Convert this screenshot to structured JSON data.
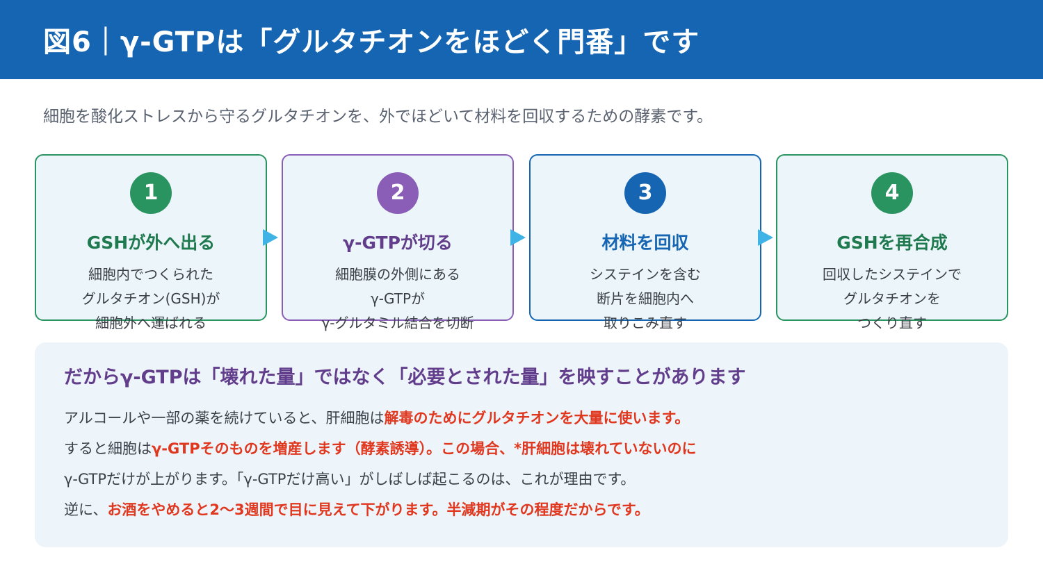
{
  "header": {
    "title": "図6｜γ-GTPは「グルタチオンをほどく門番」です"
  },
  "subtitle": "細胞を酸化ストレスから守るグルタチオンを、外でほどいて材料を回収するための酵素です。",
  "colors": {
    "header_bg": "#1565b3",
    "green": "#2a9460",
    "purple": "#8a5db6",
    "blue": "#1565b3",
    "arrow": "#3fb2e6",
    "highlight": "#e0371f",
    "panel_title": "#613d8c"
  },
  "steps": [
    {
      "num": "1",
      "title": "GSHが外へ出る",
      "lines": [
        "細胞内でつくられた",
        "グルタチオン(GSH)が",
        "細胞外へ運ばれる"
      ],
      "color": "#2a9460",
      "title_color": "#1f7a4f"
    },
    {
      "num": "2",
      "title": "γ-GTPが切る",
      "lines": [
        "細胞膜の外側にある",
        "γ-GTPが",
        "γ-グルタミル結合を切断"
      ],
      "color": "#8a5db6",
      "title_color": "#613d8c"
    },
    {
      "num": "3",
      "title": "材料を回収",
      "lines": [
        "システインを含む",
        "断片を細胞内へ",
        "取りこみ直す"
      ],
      "color": "#1565b3",
      "title_color": "#1565b3"
    },
    {
      "num": "4",
      "title": "GSHを再合成",
      "lines": [
        "回収したシステインで",
        "グルタチオンを",
        "つくり直す"
      ],
      "color": "#2a9460",
      "title_color": "#1f7a4f"
    }
  ],
  "panel": {
    "title": "だからγ-GTPは「壊れた量」ではなく「必要とされた量」を映すことがあります",
    "line1": {
      "a": "アルコールや一部の薬を続けていると、肝細胞は",
      "b": "解毒のためにグルタチオンを大量に使います。"
    },
    "line2": {
      "a": "すると細胞は",
      "b": "γ-GTPそのものを増産します（酵素誘導）。この場合、*肝細胞は壊れていないのに"
    },
    "line3": {
      "a": "γ-GTPだけが上がります。「γ-GTPだけ高い」がしばしば起こるのは、これが理由です。"
    },
    "line4": {
      "a": "逆に、",
      "b": "お酒をやめると2〜3週間で目に見えて下がります。半減期がその程度だからです。"
    }
  }
}
